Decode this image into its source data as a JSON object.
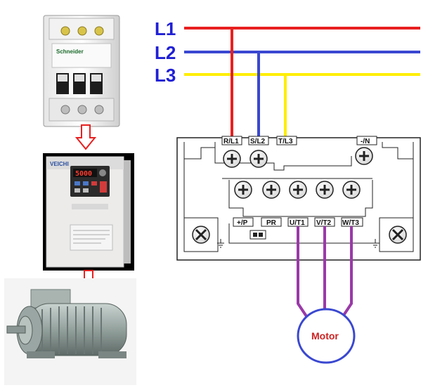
{
  "supply": {
    "lines": [
      {
        "label": "L1",
        "color": "#e82020"
      },
      {
        "label": "L2",
        "color": "#3a48d0"
      },
      {
        "label": "L3",
        "color": "#ffee00"
      }
    ]
  },
  "terminals": {
    "top": [
      "R/L1",
      "S/L2",
      "T/L3",
      "-/N"
    ],
    "bottom": [
      "+/P",
      "PR",
      "U/T1",
      "V/T2",
      "W/T3"
    ]
  },
  "motor": {
    "label": "Motor",
    "wire_color": "#9a3aa8",
    "ring_color": "#3a48d0"
  },
  "images": {
    "breaker_brand": "Schneider",
    "drive_brand": "VEICHI",
    "drive_display": "5000"
  },
  "colors": {
    "arrow": "#e82020"
  }
}
